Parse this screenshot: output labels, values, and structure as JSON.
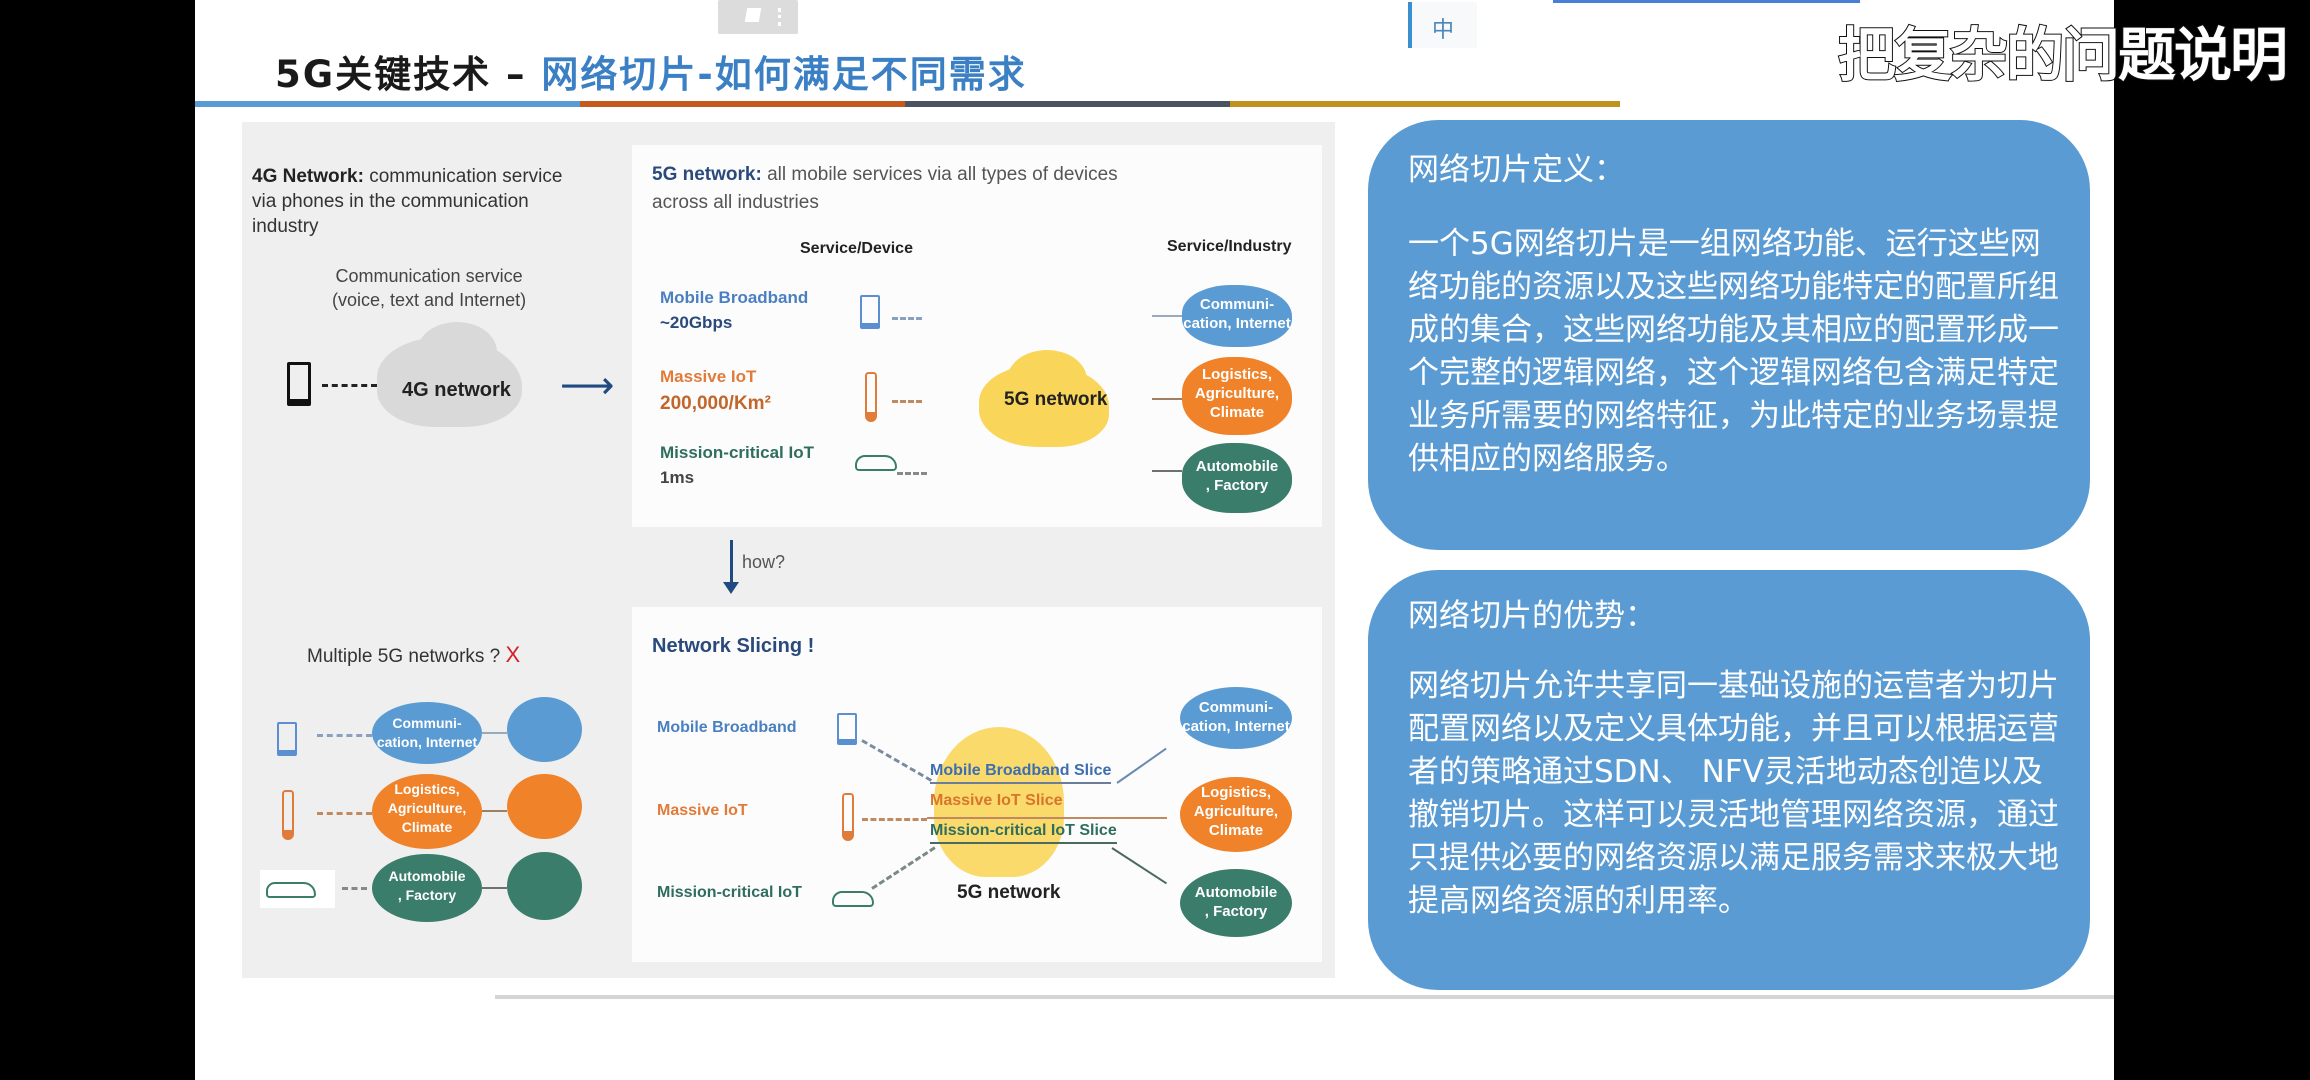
{
  "caption_overlay": "把复杂的问题说明",
  "toolbar": {
    "language_badge": "中"
  },
  "slide": {
    "title_part1": "5G关键技术 – ",
    "title_part2": "网络切片-如何满足不同需求",
    "divider_colors": [
      "#5b9bd3",
      "#c55a1e",
      "#4a5460",
      "#c0921e"
    ]
  },
  "diagram": {
    "fourg": {
      "heading_bold": "4G Network:",
      "heading_rest": " communication service",
      "heading_line2": "via phones in the communication",
      "heading_line3": "industry",
      "service_line1": "Communication service",
      "service_line2": "(voice, text and Internet)",
      "cloud_label": "4G network"
    },
    "fiveg": {
      "heading_bold": "5G network:",
      "heading_rest": " all mobile services via all types of devices",
      "heading_line2": "across all industries",
      "col_device": "Service/Device",
      "col_industry": "Service/Industry",
      "rows": [
        {
          "name": "Mobile Broadband",
          "metric": "~20Gbps",
          "color": "#4a7fc0"
        },
        {
          "name": "Massive IoT",
          "metric": "200,000/Km²",
          "color": "#e07b39"
        },
        {
          "name": "Mission-critical IoT",
          "metric": "1ms",
          "color": "#2f6e5e"
        }
      ],
      "cloud_label": "5G network",
      "industries": [
        {
          "line1": "Communi-",
          "line2": "cation, Internet",
          "line3": "",
          "color": "#5b9bd3"
        },
        {
          "line1": "Logistics,",
          "line2": "Agriculture,",
          "line3": "Climate",
          "color": "#f0822a"
        },
        {
          "line1": "Automobile",
          "line2": ", Factory",
          "line3": "",
          "color": "#3a7d6b"
        }
      ]
    },
    "how_label": "how?",
    "multiple": {
      "label": "Multiple 5G networks ?",
      "x_mark": "X"
    },
    "slicing": {
      "heading": "Network Slicing !",
      "rows": [
        "Mobile Broadband",
        "Massive IoT",
        "Mission-critical IoT"
      ],
      "slices": [
        "Mobile Broadband Slice",
        "Massive IoT Slice",
        "Mission-critical IoT Slice"
      ],
      "cloud_label": "5G network"
    }
  },
  "definition_panel": {
    "heading": "网络切片定义：",
    "body": "一个5G网络切片是一组网络功能、运行这些网络功能的资源以及这些网络功能特定的配置所组成的集合，这些网络功能及其相应的配置形成一个完整的逻辑网络，这个逻辑网络包含满足特定业务所需要的网络特征，为此特定的业务场景提供相应的网络服务。"
  },
  "advantage_panel": {
    "heading": "网络切片的优势：",
    "body": "网络切片允许共享同一基础设施的运营者为切片配置网络以及定义具体功能，并且可以根据运营者的策略通过SDN、 NFV灵活地动态创造以及撤销切片。这样可以灵活地管理网络资源，通过只提供必要的网络资源以满足服务需求来极大地提高网络资源的利用率。"
  }
}
